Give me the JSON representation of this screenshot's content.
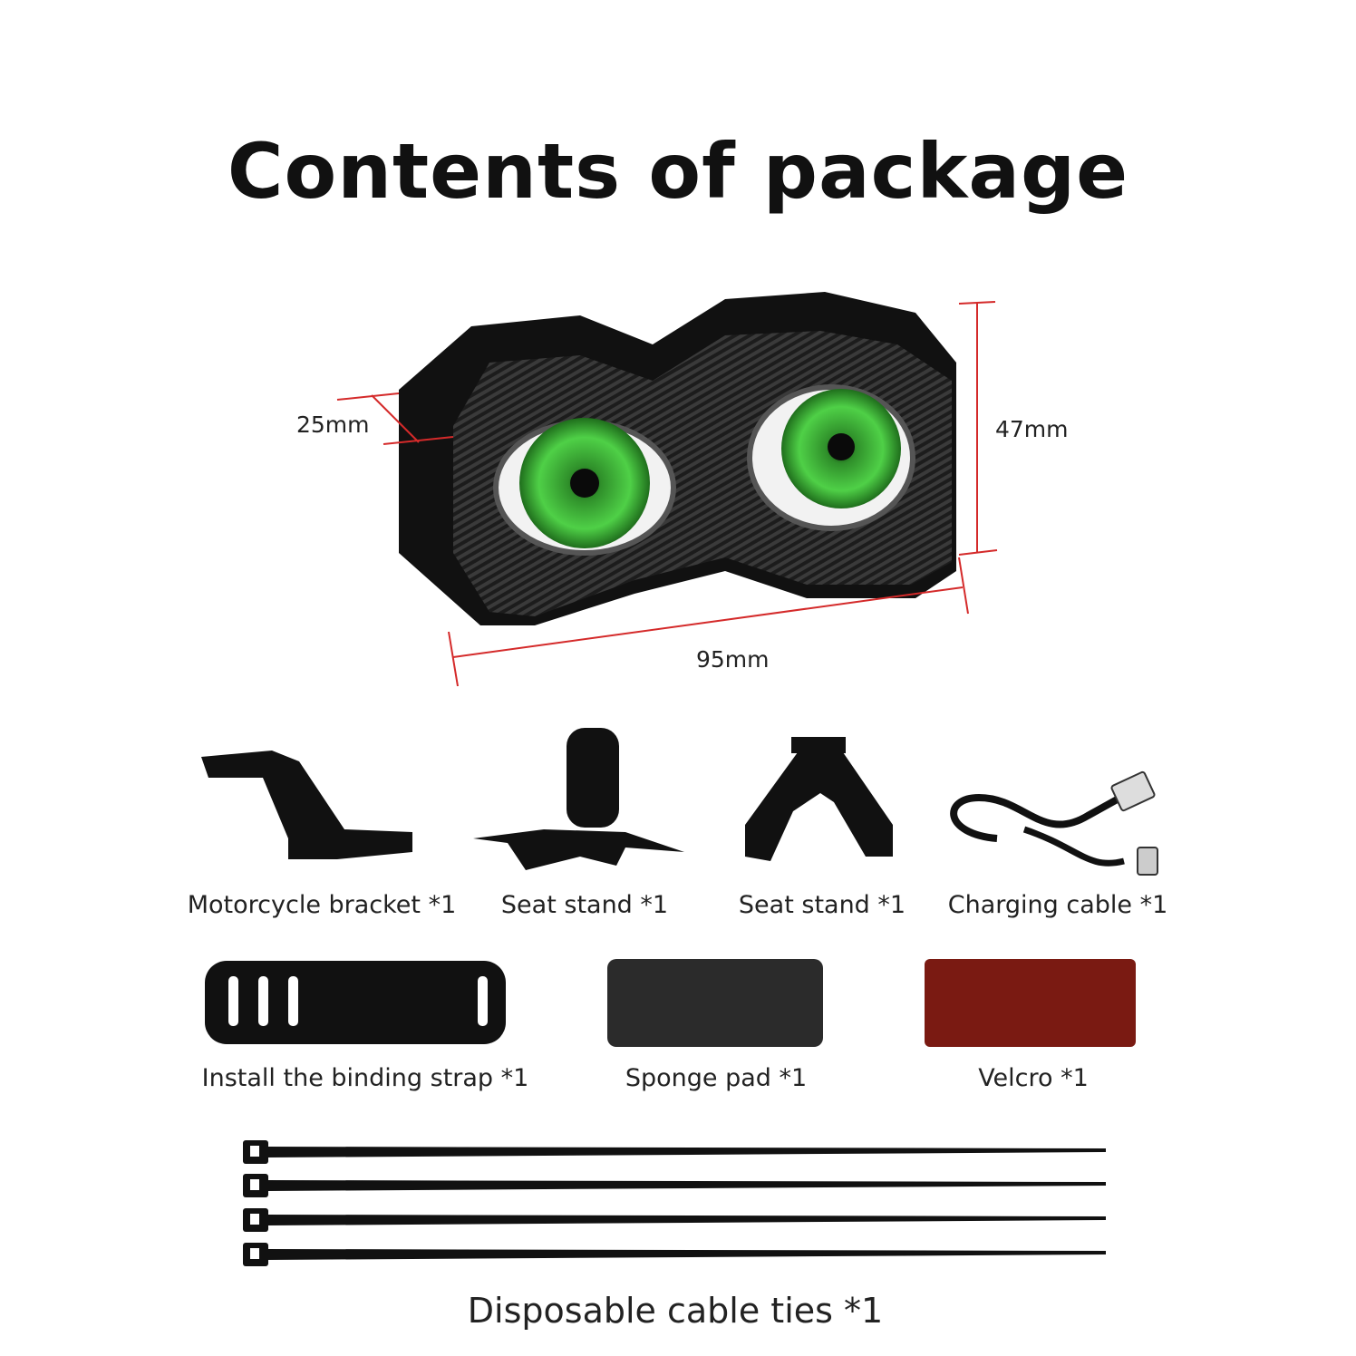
{
  "title": "Contents of package",
  "dimensions": {
    "depth": "25mm",
    "height": "47mm",
    "width": "95mm"
  },
  "colors": {
    "dimension_line": "#d42a2a",
    "iris": "#3fbf3a",
    "velcro": "#7a1a12"
  },
  "items_row1": [
    {
      "label": "Motorcycle bracket *1",
      "icon": "motorcycle-bracket"
    },
    {
      "label": "Seat stand *1",
      "icon": "seat-stand"
    },
    {
      "label": "Seat stand *1",
      "icon": "seat-stand-clip"
    },
    {
      "label": "Charging cable *1",
      "icon": "usb-cable"
    }
  ],
  "items_row2": [
    {
      "label": "Install the binding strap *1",
      "icon": "binding-strap"
    },
    {
      "label": "Sponge pad *1",
      "icon": "sponge-pad"
    },
    {
      "label": "Velcro *1",
      "icon": "velcro"
    }
  ],
  "cable_ties": {
    "label": "Disposable cable ties *1",
    "count_shown": 4
  }
}
